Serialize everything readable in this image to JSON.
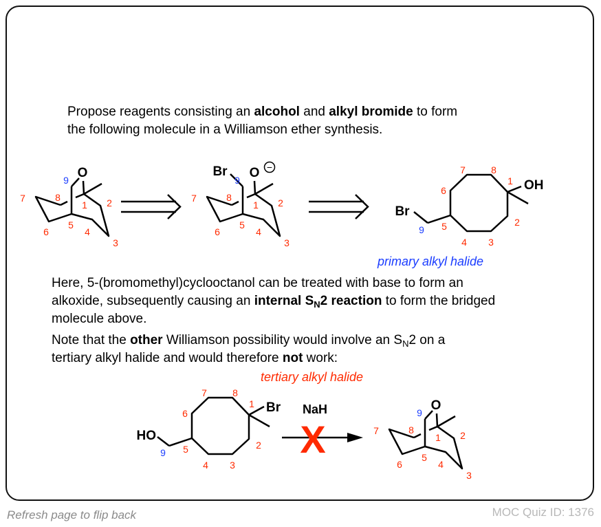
{
  "question": {
    "line1_pre": "Propose reagents consisting an ",
    "line1_b1": "alcohol",
    "line1_mid": " and ",
    "line1_b2": "alkyl bromide",
    "line1_post": " to form",
    "line2": "the following molecule in a Williamson ether synthesis."
  },
  "explanation": {
    "l1": "Here, 5-(bromomethyl)cyclooctanol can be treated with base to form an",
    "l2_pre": "alkoxide, subsequently causing an ",
    "l2_b": "internal S",
    "l2_sub": "N",
    "l2_b2": "2 reaction",
    "l2_post": " to form the bridged",
    "l3": "molecule above."
  },
  "note": {
    "l1_pre": "Note that the ",
    "l1_b": "other",
    "l1_mid": " Williamson possibility would involve an S",
    "l1_sub": "N",
    "l1_post": "2 on a",
    "l2_pre": "tertiary alkyl halide and would therefore ",
    "l2_b": "not",
    "l2_post": " work:"
  },
  "tags": {
    "primary": "primary alkyl halide",
    "tertiary": "tertiary alkyl halide"
  },
  "molecules": {
    "atom_labels": [
      "1",
      "2",
      "3",
      "4",
      "5",
      "6",
      "7",
      "8",
      "9"
    ],
    "target_O": "O",
    "intermediate_Br": "Br",
    "intermediate_O": "O",
    "intermediate_charge": "−",
    "precursor_Br": "Br",
    "precursor_OH": "OH",
    "tertiary_Br": "Br",
    "tertiary_HO": "HO",
    "product_O": "O"
  },
  "reaction": {
    "reagent": "NaH",
    "fail_mark": "X"
  },
  "colors": {
    "number_red": "#ff2a00",
    "number_blue": "#1a3cff",
    "fail_red": "#ff2a00",
    "primary_blue": "#1a3cff",
    "tertiary_red": "#ff2a00"
  },
  "footer": {
    "flip": "Refresh page to flip back",
    "quiz_id": "MOC Quiz ID: 1376"
  }
}
